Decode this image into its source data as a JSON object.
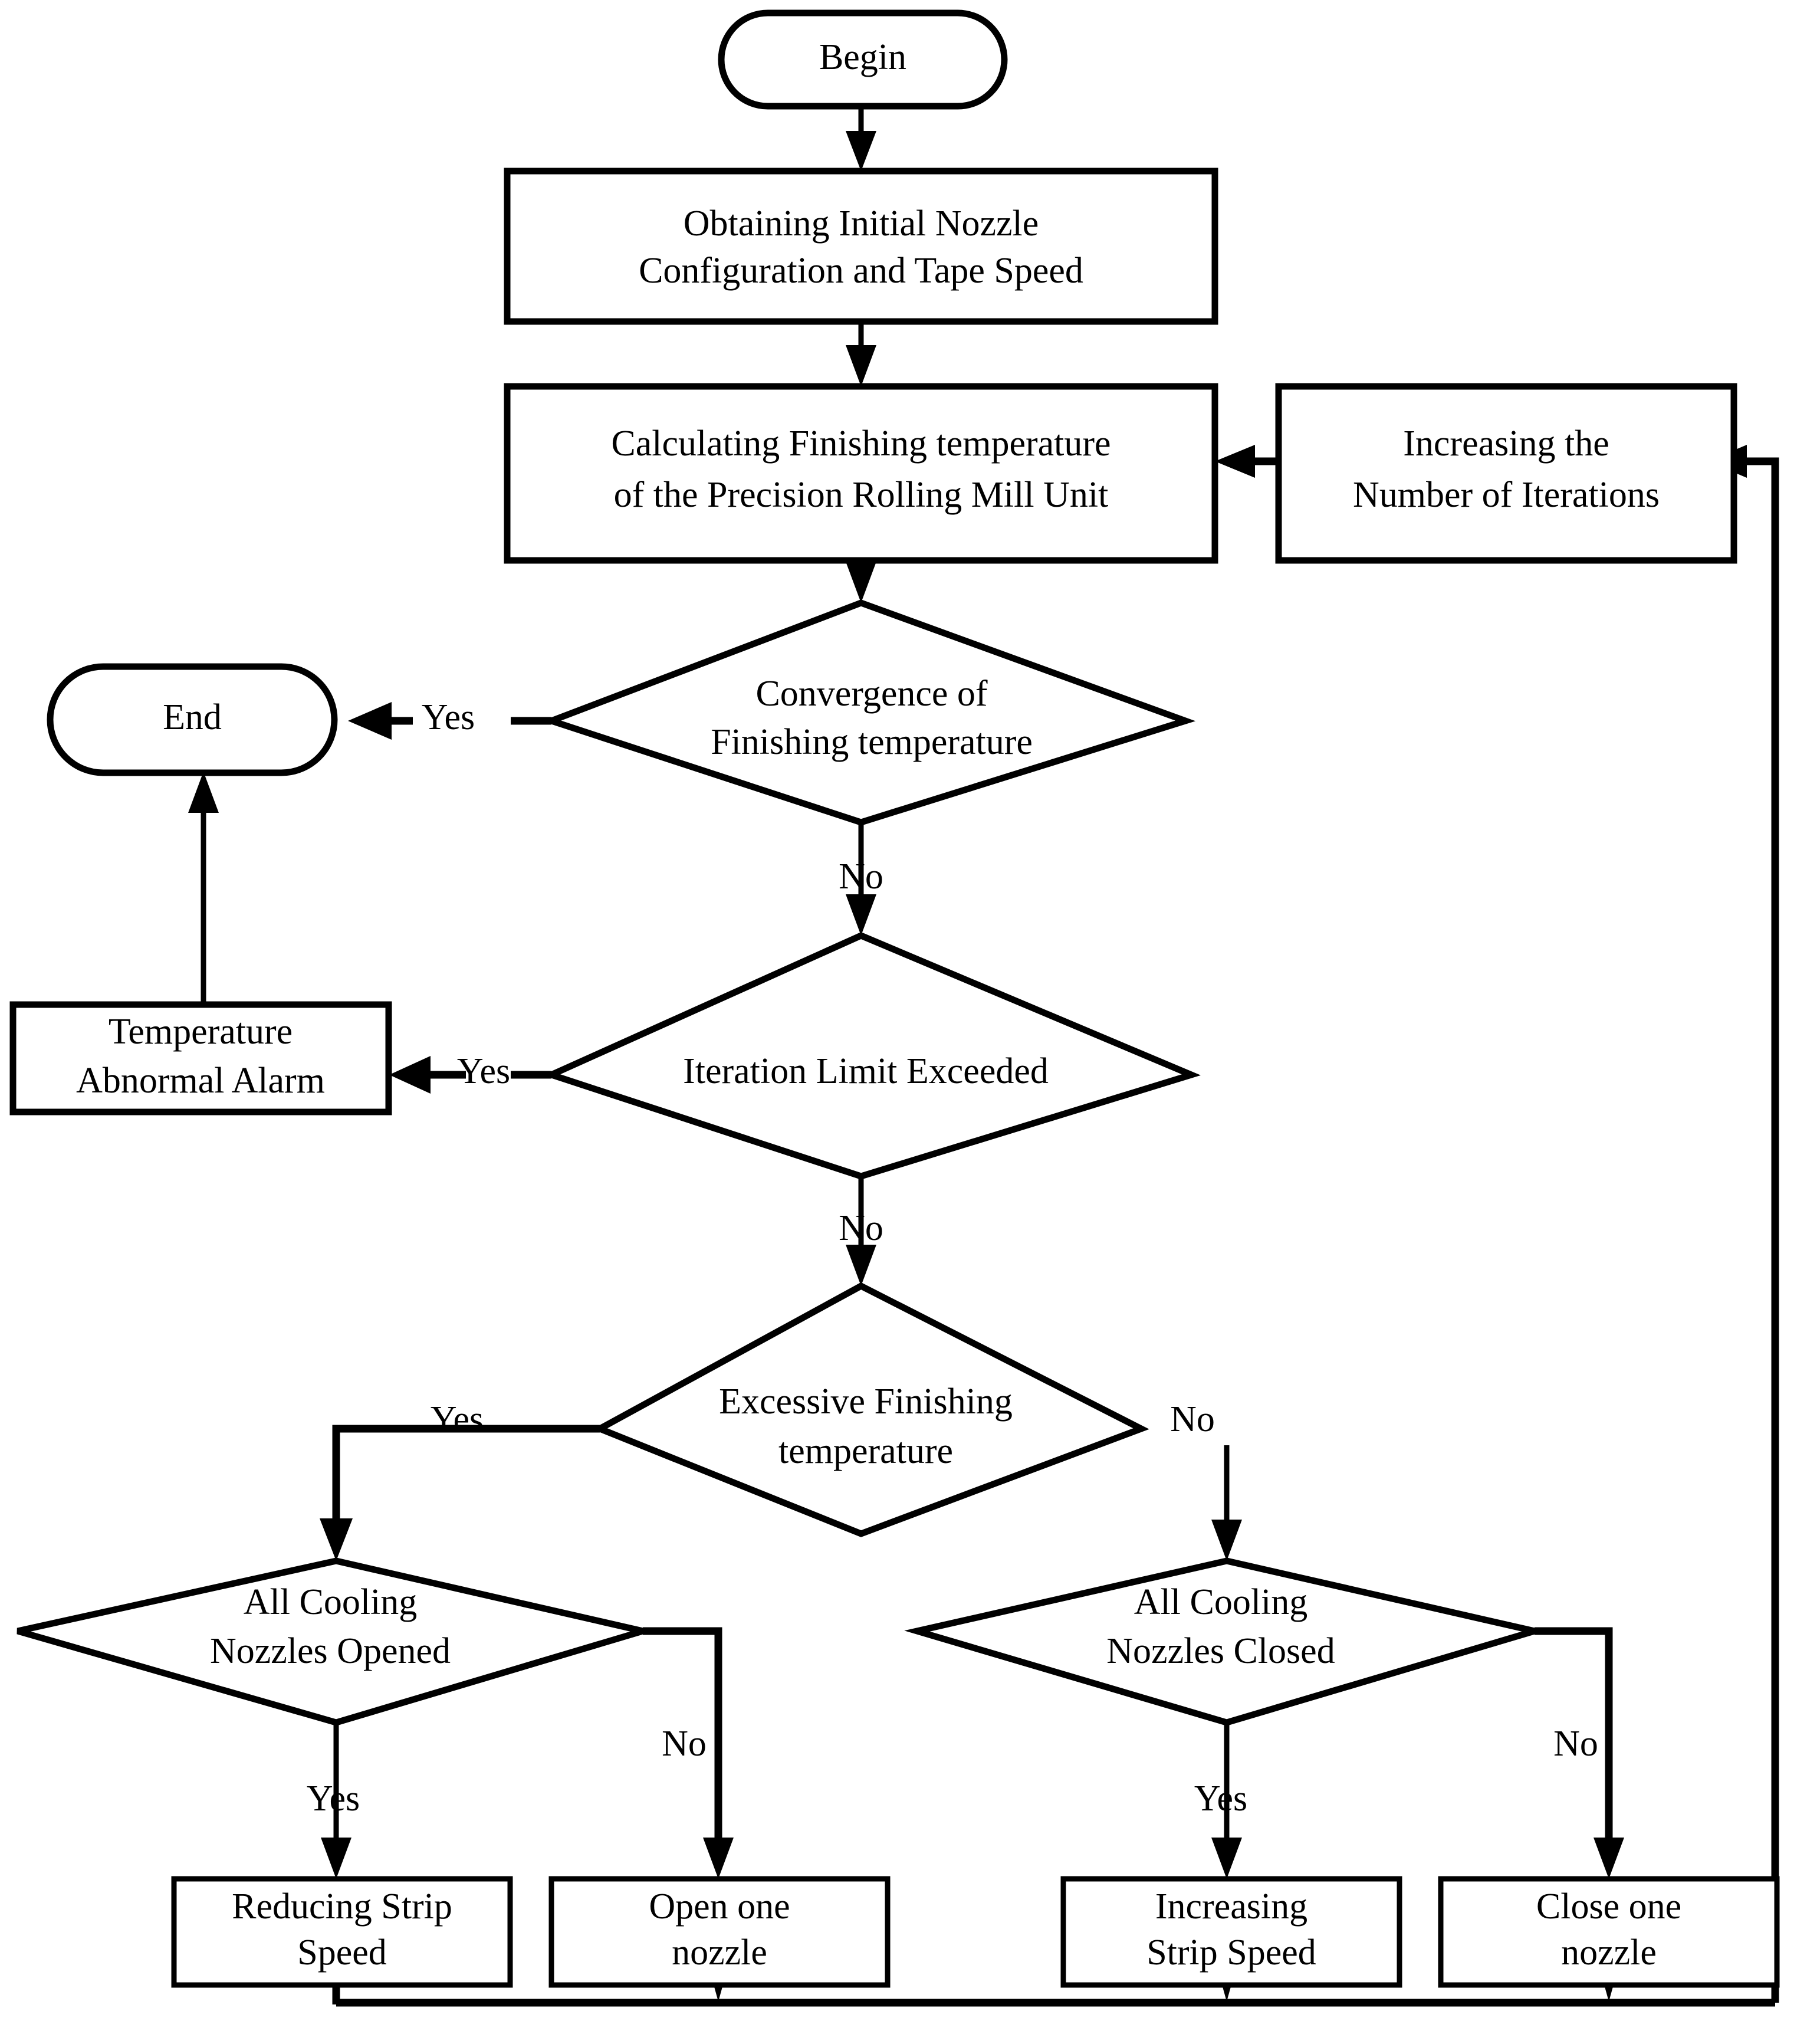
{
  "diagram": {
    "title": "Finishing Temperature Control Iteration Flowchart",
    "colors": {
      "stroke": "#000000",
      "fill": "#ffffff",
      "text": "#000000"
    },
    "nodes": {
      "begin": {
        "label": "Begin",
        "shape": "terminator"
      },
      "obtain_initial": {
        "line1": "Obtaining Initial Nozzle",
        "line2": "Configuration and Tape Speed",
        "shape": "process"
      },
      "calculating": {
        "line1": "Calculating Finishing temperature",
        "line2": "of the Precision Rolling Mill Unit",
        "shape": "process"
      },
      "increasing_iterations": {
        "line1": "Increasing the",
        "line2": "Number of Iterations",
        "shape": "process"
      },
      "convergence": {
        "line1": "Convergence of",
        "line2": "Finishing temperature",
        "shape": "decision"
      },
      "end": {
        "label": "End",
        "shape": "terminator"
      },
      "iteration_limit": {
        "line1": "Iteration Limit Exceeded",
        "line2": "",
        "shape": "decision"
      },
      "temp_alarm": {
        "line1": "Temperature",
        "line2": "Abnormal Alarm",
        "shape": "process"
      },
      "excessive_temp": {
        "line1": "Excessive Finishing",
        "line2": "temperature",
        "shape": "decision"
      },
      "all_nozzles_opened": {
        "line1": "All Cooling",
        "line2": "Nozzles Opened",
        "shape": "decision"
      },
      "all_nozzles_closed": {
        "line1": "All Cooling",
        "line2": "Nozzles Closed",
        "shape": "decision"
      },
      "reducing_speed": {
        "line1": "Reducing Strip",
        "line2": "Speed",
        "shape": "process"
      },
      "open_nozzle": {
        "line1": "Open one",
        "line2": "nozzle",
        "shape": "process"
      },
      "increasing_speed": {
        "line1": "Increasing",
        "line2": "Strip Speed",
        "shape": "process"
      },
      "close_nozzle": {
        "line1": "Close one",
        "line2": "nozzle",
        "shape": "process"
      }
    },
    "edge_labels": {
      "convergence_yes": "Yes",
      "convergence_no": "No",
      "iteration_limit_yes": "Yes",
      "iteration_limit_no": "No",
      "excessive_yes": "Yes",
      "excessive_no": "No",
      "opened_yes": "Yes",
      "opened_no": "No",
      "closed_yes": "Yes",
      "closed_no": "No"
    }
  }
}
